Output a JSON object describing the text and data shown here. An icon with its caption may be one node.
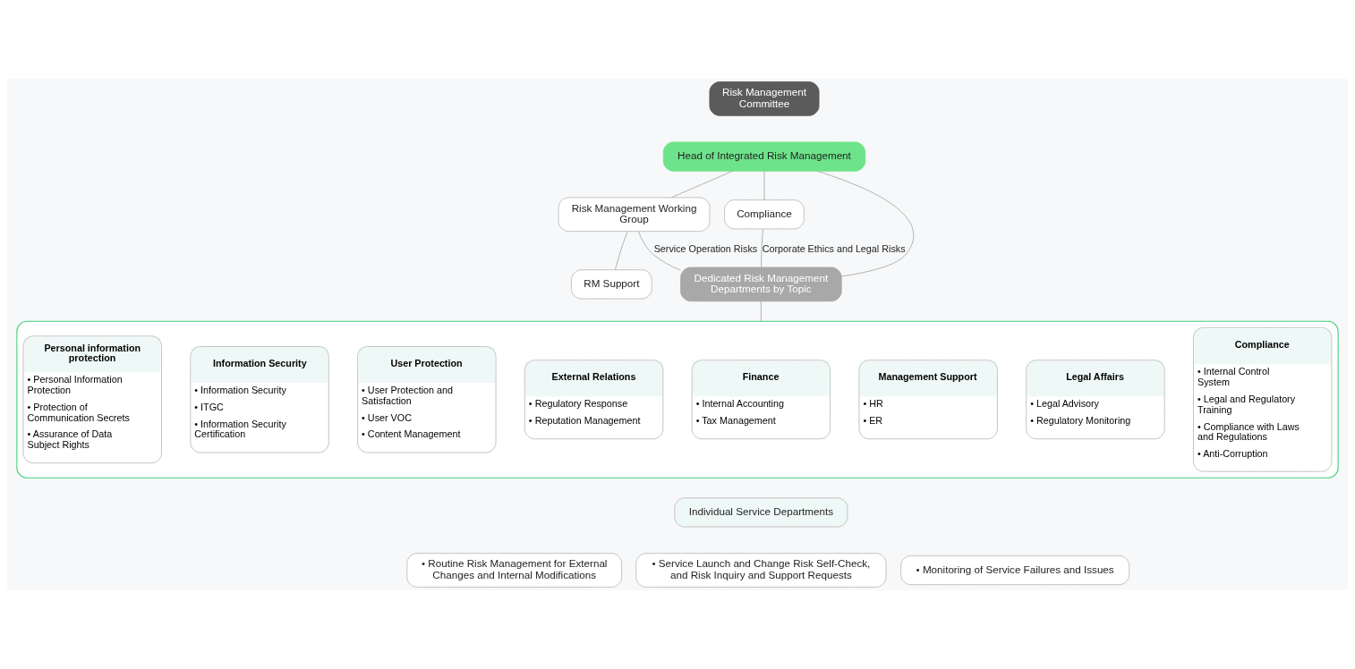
{
  "diagram": {
    "nodes": [
      {
        "text": [
          "Risk Management Committee"
        ]
      },
      {
        "text": [
          "Head of Integrated Risk Management"
        ]
      },
      {
        "text": [
          "Risk Management Working Group"
        ]
      },
      {
        "text": [
          "Compliance"
        ]
      },
      {
        "text": [
          "RM Support"
        ]
      },
      {
        "text": [
          "Dedicated Risk Management Departments by Topic"
        ]
      },
      {
        "text": [],
        "shape": "box"
      },
      {
        "text": [
          "Personal information protection",
          "• Personal Information Protection",
          "• Protection of Communication Secrets",
          "• Assurance of Data Subject Rights"
        ],
        "in": 6
      },
      {
        "text": [
          "Information Security",
          "• Information Security",
          "• ITGC",
          "• Information Security Certification"
        ],
        "in": 6
      },
      {
        "text": [
          "User Protection",
          "• User Protection and Satisfaction",
          "• User VOC",
          "• Content Management"
        ],
        "in": 6
      },
      {
        "text": [
          "External Relations",
          "• Regulatory Response",
          "• Reputation Management"
        ],
        "in": 6
      },
      {
        "text": [
          "Finance",
          "• Internal Accounting",
          "• Tax Management"
        ],
        "in": 6
      },
      {
        "text": [
          "Management Support",
          "• HR",
          "• ER"
        ],
        "in": 6
      },
      {
        "text": [
          "Legal Affairs",
          "• Legal Advisory",
          "• Regulatory Monitoring"
        ],
        "in": 6
      },
      {
        "text": [
          "Compliance",
          "• Internal Control System",
          "• Legal and Regulatory Training",
          "• Compliance with Laws and Regulations",
          "• Anti-Corruption"
        ],
        "in": 6
      },
      {
        "text": [
          "Individual Service Departments"
        ]
      },
      {
        "text": [
          "• Routine Risk Management for External Changes and Internal Modifications"
        ]
      },
      {
        "text": [
          "• Service Launch and Change Risk Self-Check, and Risk Inquiry and Support Requests"
        ]
      },
      {
        "text": [
          "• Monitoring of Service Failures and Issues"
        ]
      }
    ],
    "edges": [
      {
        "from": 1,
        "to": 2,
        "arrow": "none"
      },
      {
        "from": 1,
        "to": 3,
        "arrow": "none"
      },
      {
        "from": 1,
        "to": 5,
        "arrow": "none"
      },
      {
        "from": 2,
        "to": 5,
        "arrow": "none",
        "label": "Service Operation Risks"
      },
      {
        "from": 3,
        "to": 5,
        "arrow": "none",
        "label": "Corporate Ethics and Legal Risks"
      },
      {
        "from": 2,
        "to": 4,
        "arrow": "none"
      },
      {
        "from": 5,
        "to": 6,
        "arrow": "none"
      }
    ]
  }
}
